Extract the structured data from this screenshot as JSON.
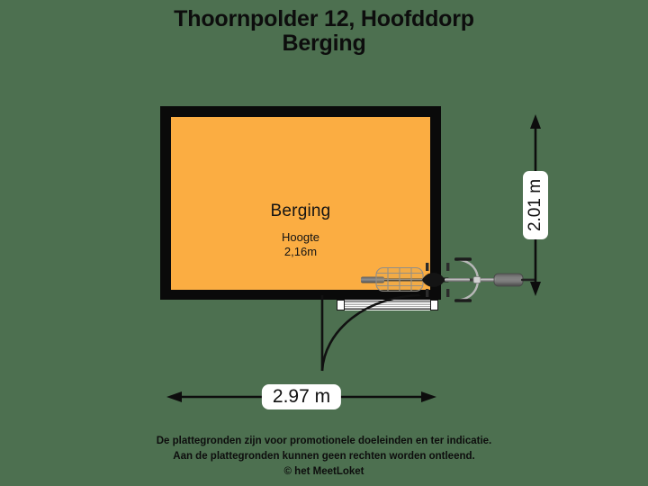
{
  "header": {
    "address": "Thoornpolder 12, Hoofddorp",
    "plan_name": "Berging"
  },
  "floorplan": {
    "room": {
      "name": "Berging",
      "height_label": "Hoogte",
      "height_value": "2,16m"
    },
    "dimensions": {
      "width_label": "2.97 m",
      "depth_label": "2.01 m"
    },
    "features": {
      "door": "door-with-swing-arc",
      "furniture": "bicycle-top-view"
    },
    "colors": {
      "room_fill": "#fbad42",
      "wall": "#0a0a0a",
      "background": "#4d7050",
      "label_plate": "#ffffff"
    }
  },
  "footer": {
    "line1": "De plattegronden zijn voor promotionele doeleinden en ter indicatie.",
    "line2": "Aan de plattegronden kunnen geen rechten worden ontleend.",
    "line3": "© het MeetLoket"
  }
}
